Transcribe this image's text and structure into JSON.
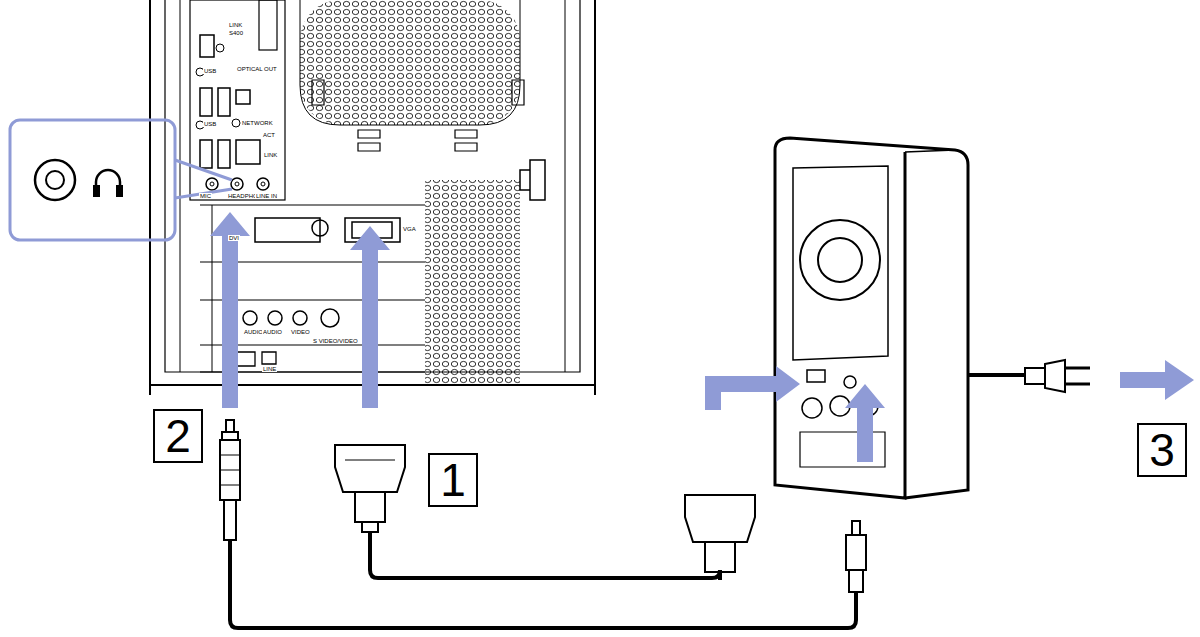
{
  "diagram": {
    "nodes": [
      {
        "text": [
          "2"
        ]
      },
      {
        "text": [
          "1"
        ]
      },
      {
        "text": [
          "3"
        ]
      }
    ],
    "labels": [
      "LINK",
      "S400",
      "USB",
      "OPTICAL OUT",
      "USB",
      "NETWORK",
      "ACT",
      "LINK",
      "MIC",
      "HEADPHONES",
      "LINE IN",
      "DVI",
      "VGA",
      "AUDIO",
      "AUDIO",
      "VIDEO",
      "S VIDEO/VIDEO",
      "LINE"
    ]
  }
}
